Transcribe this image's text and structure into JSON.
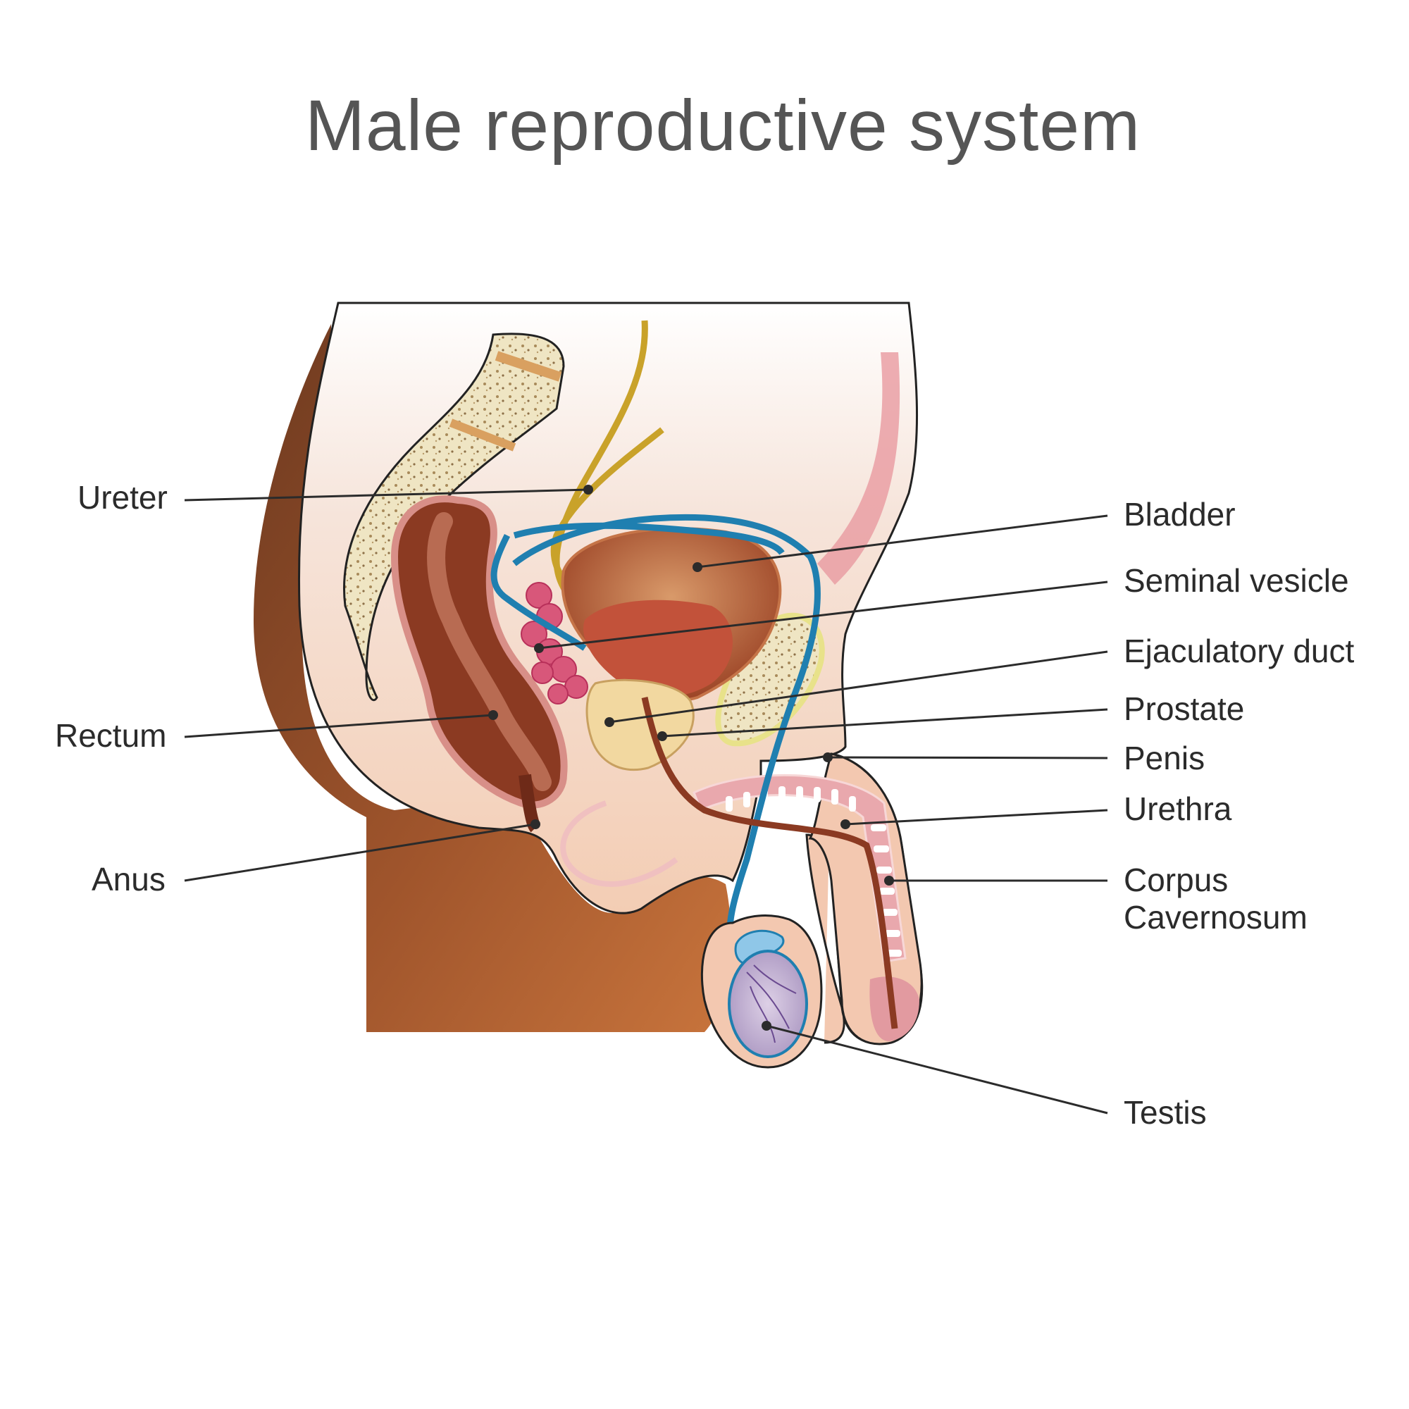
{
  "title": "Male reproductive system",
  "labels": {
    "ureter": "Ureter",
    "rectum": "Rectum",
    "anus": "Anus",
    "bladder": "Bladder",
    "seminal_vesicle": "Seminal vesicle",
    "ejaculatory_duct": "Ejaculatory duct",
    "prostate": "Prostate",
    "penis": "Penis",
    "urethra": "Urethra",
    "corpus_line1": "Corpus",
    "corpus_line2": "Cavernosum",
    "testis": "Testis"
  },
  "colors": {
    "skin_light": "#f6d9c8",
    "skin_dark": "#8c4a26",
    "bladder": "#b5603a",
    "vas_deferens": "#1f7fb0",
    "ureter": "#c9a22a",
    "rectum": "#8b3a22",
    "bone": "#e8dcae"
  }
}
